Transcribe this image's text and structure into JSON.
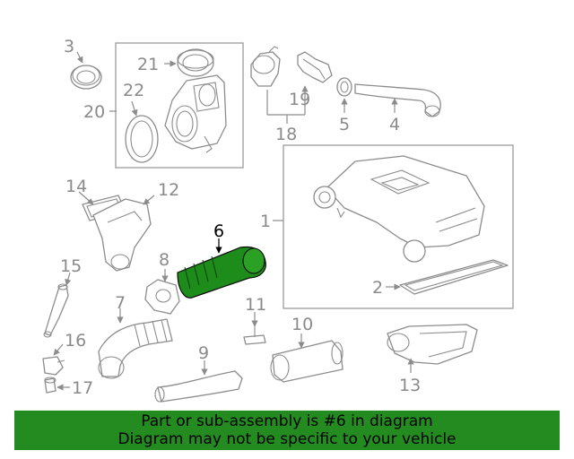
{
  "labels": {
    "p1": "1",
    "p2": "2",
    "p3": "3",
    "p4": "4",
    "p5": "5",
    "p6": "6",
    "p7": "7",
    "p8": "8",
    "p9": "9",
    "p10": "10",
    "p11": "11",
    "p12": "12",
    "p13": "13",
    "p14": "14",
    "p15": "15",
    "p16": "16",
    "p17": "17",
    "p18": "18",
    "p19": "19",
    "p20": "20",
    "p21": "21",
    "p22": "22"
  },
  "banner": {
    "line1": "Part or sub-assembly is #6 in diagram",
    "line2": "Diagram may not be specific to your vehicle"
  },
  "colors": {
    "highlight_part": "#1d8c1a",
    "banner_bg": "#238b1f",
    "line_gray": "#8c8c8c"
  }
}
